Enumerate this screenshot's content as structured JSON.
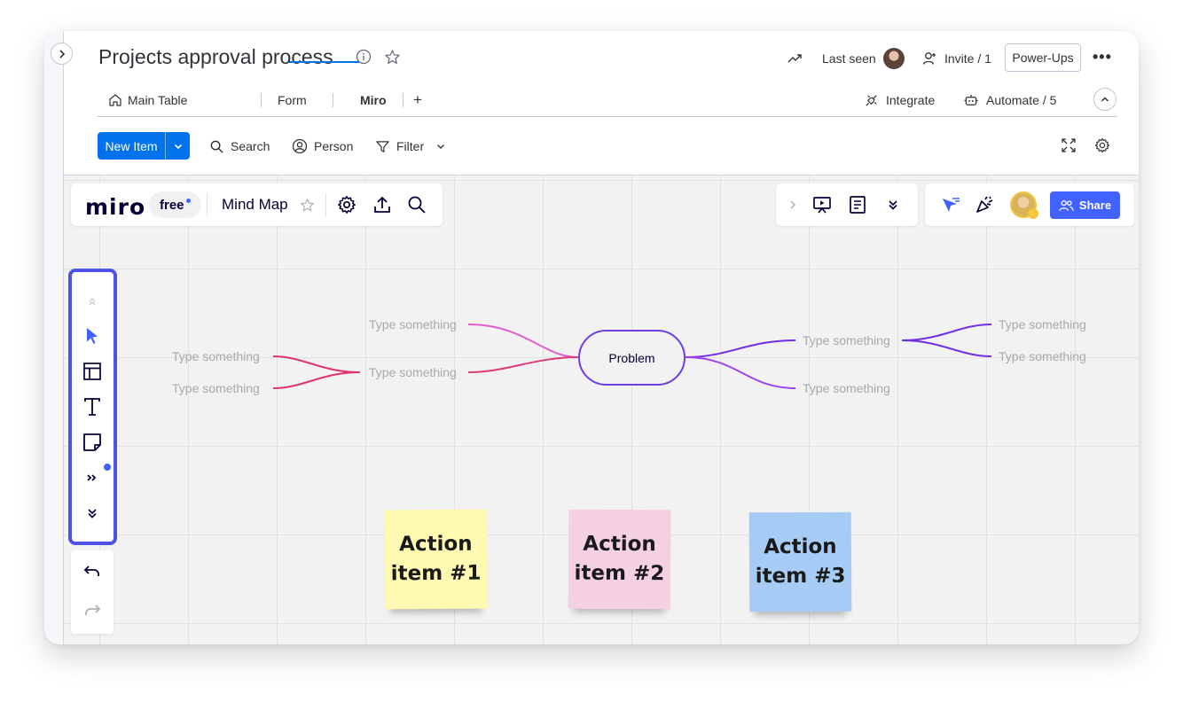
{
  "board": {
    "title": "Projects approval process",
    "last_seen_label": "Last seen",
    "invite_label": "Invite / 1",
    "powerups_label": "Power-Ups",
    "more_label": "•••"
  },
  "tabs": {
    "items": [
      {
        "label": "Main Table",
        "icon": "home-icon"
      },
      {
        "label": "Form"
      },
      {
        "label": "Miro",
        "active": true
      }
    ],
    "add_label": "+",
    "integrate_label": "Integrate",
    "automate_label": "Automate / 5"
  },
  "toolbar": {
    "new_item_label": "New Item",
    "search_label": "Search",
    "person_label": "Person",
    "filter_label": "Filter"
  },
  "miro": {
    "logo_text": "miro",
    "plan_badge": "free",
    "board_name": "Mind Map",
    "share_label": "Share",
    "accent_color": "#4262ff"
  },
  "mindmap": {
    "center": "Problem",
    "left_branch_top": "Type something",
    "left_branch_mid": "Type something",
    "left_leaf_1": "Type something",
    "left_leaf_2": "Type something",
    "right_branch_top": "Type something",
    "right_branch_bottom": "Type something",
    "right_leaf_1": "Type something",
    "right_leaf_2": "Type something"
  },
  "stickies": [
    {
      "text": "Action item #1",
      "color": "#fff9b1"
    },
    {
      "text": "Action item #2",
      "color": "#f5d0e3"
    },
    {
      "text": "Action item #3",
      "color": "#a6ccf5"
    }
  ]
}
